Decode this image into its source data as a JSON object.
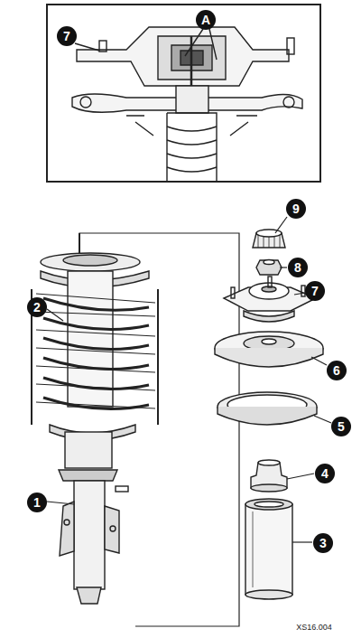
{
  "diagram": {
    "labels": [
      "7",
      "A",
      "9",
      "2",
      "8",
      "7",
      "6",
      "5",
      "4",
      "1",
      "3",
      "XS16.004"
    ]
  }
}
